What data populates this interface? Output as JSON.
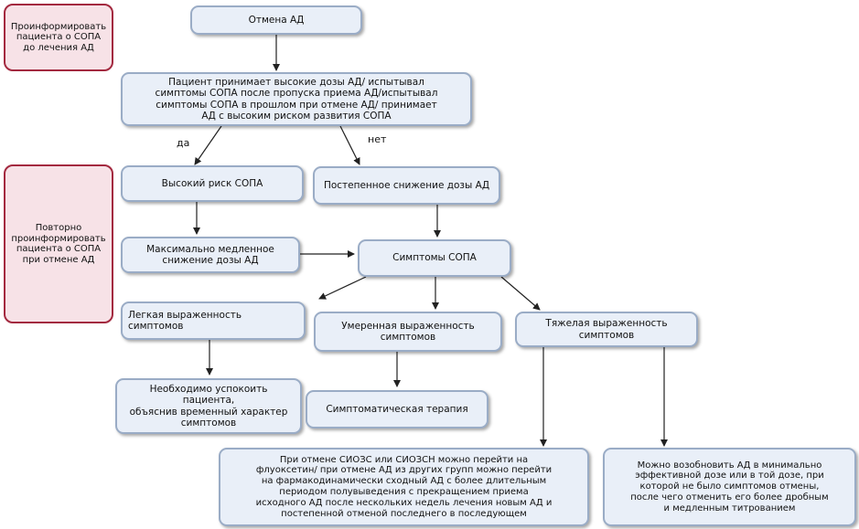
{
  "side_notes": {
    "before": "Проинформировать\nпациента о СОПА\nдо лечения АД",
    "during": "Повторно\nпроинформировать\nпациента  о СОПА\nпри отмене АД"
  },
  "nodes": {
    "start": "Отмена АД",
    "question": "Пациент принимает высокие дозы АД/ испытывал\nсимптомы СОПА после пропуска приема АД/испытывал\nсимптомы СОПА  в прошлом при отмене АД/ принимает\nАД с высоким риском развития СОПА",
    "high_risk": "Высокий риск СОПА",
    "gradual": "Постепенное снижение дозы АД",
    "slow_reduction": "Максимально медленное\nснижение дозы АД",
    "symptoms": "Симптомы СОПА",
    "mild": "Легкая выраженность симптомов",
    "moderate": "Умеренная  выраженность\nсимптомов",
    "severe": "Тяжелая выраженность\nсимптомов",
    "calm": "Необходимо успокоить пациента,\nобъяснив временный характер\nсимптомов",
    "symptomatic": "Симптоматическая терапия",
    "switch": "При отмене СИОЗС или СИОЗСН можно перейти на\nфлуоксетин/ при отмене АД из других групп можно перейти\nна фармакодинамически сходный АД с более длительным\nпериодом полувыведения с прекращением приема\nисходного АД после нескольких недель лечения новым АД и\nпостепенной отменой последнего в последующем",
    "resume": "Можно возобновить АД в минимально\nэффективной дозе или в той дозе, при\nкоторой не было симптомов отмены,\nпосле чего отменить его более дробным\nи медленным титрованием"
  },
  "edge_labels": {
    "yes": "да",
    "no": "нет"
  },
  "colors": {
    "node_fill": "#e9eff8",
    "node_border": "#9aacc6",
    "side_fill": "#f7e2e7",
    "side_border": "#a3293f",
    "arrow": "#222222"
  }
}
